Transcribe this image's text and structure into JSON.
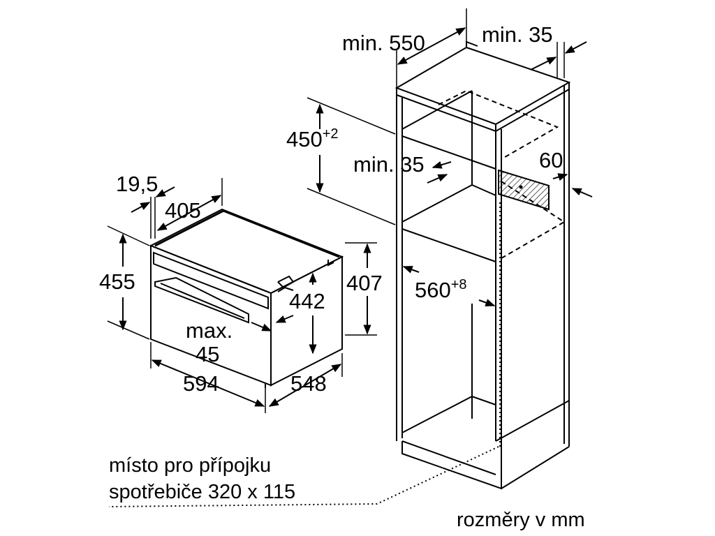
{
  "labels": {
    "cab_depth": "min. 550",
    "cab_gap_top": "min. 35",
    "niche_height_base": "450",
    "niche_height_tol": "+2",
    "cab_gap_side": "min. 35",
    "vent": "60",
    "niche_width_base": "560",
    "niche_width_tol": "+8",
    "oven_front": "19,5",
    "oven_depth_top": "405",
    "oven_height": "455",
    "oven_body_height": "442",
    "oven_side_height": "407",
    "max_label": "max.",
    "max_value": "45",
    "oven_width": "594",
    "oven_depth": "548"
  },
  "notes": {
    "connection_line1": "místo pro přípojku",
    "connection_line2": "spotřebiče 320 x 115",
    "units": "rozměry v mm"
  }
}
